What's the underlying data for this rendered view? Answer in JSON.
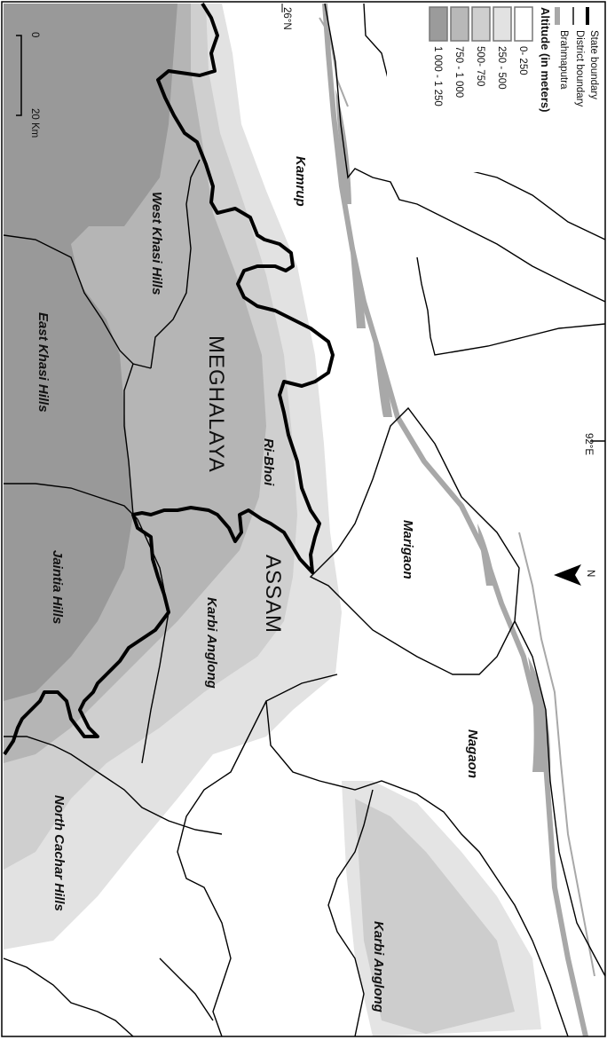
{
  "legend": {
    "items": [
      {
        "label": "State boundary",
        "kind": "line",
        "color": "#000000"
      },
      {
        "label": "District boundary",
        "kind": "line",
        "color": "#000000"
      },
      {
        "label": "Brahmaputra",
        "kind": "line",
        "color": "#a8a8a8"
      }
    ],
    "altitude_title": "Altitude (in meters)",
    "altitude_classes": [
      {
        "label": "0- 250",
        "color": "#ffffff"
      },
      {
        "label": "250 - 500",
        "color": "#e2e2e2"
      },
      {
        "label": "500- 750",
        "color": "#cfcfcf"
      },
      {
        "label": "750 - 1 000",
        "color": "#b8b8b8"
      },
      {
        "label": "1 000 - 1 250",
        "color": "#9b9b9b"
      }
    ]
  },
  "coordinates": {
    "lat_label": "26°N",
    "lon_label": "92°E"
  },
  "scale_bar": {
    "start": "0",
    "end": "20 Km"
  },
  "north_arrow": {
    "label": "N"
  },
  "states": [
    "MEGHALAYA",
    "ASSAM"
  ],
  "districts": {
    "kamrup": "Kamrup",
    "marigaon": "Marigaon",
    "nagaon": "Nagaon",
    "karbi_anglong_north": "Karbi Anglong",
    "ri_bhoi": "Ri-Bhoi",
    "karbi_anglong_south": "Karbi Anglong",
    "west_khasi": "West Khasi Hills",
    "east_khasi": "East Khasi Hills",
    "jaintia": "Jaintia Hills",
    "north_cachar": "North Cachar Hills"
  }
}
